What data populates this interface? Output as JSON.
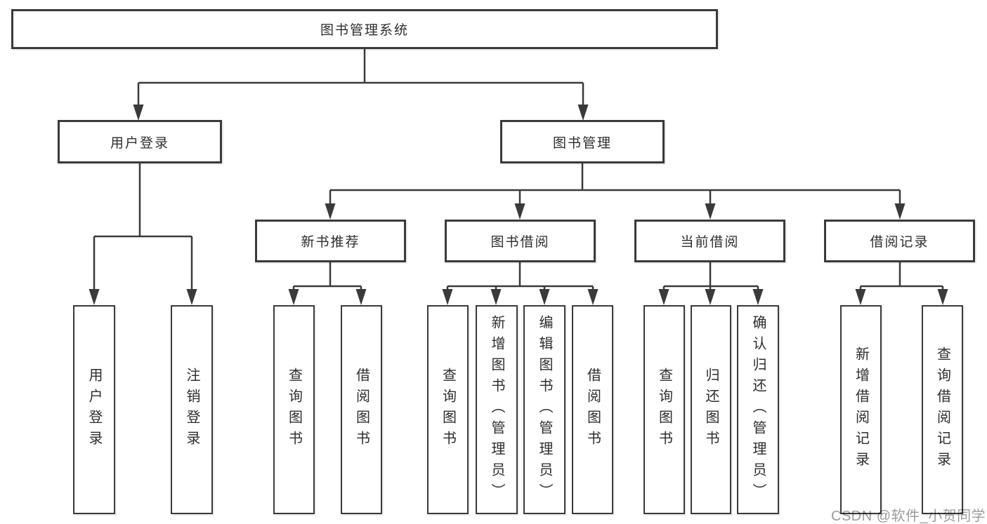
{
  "tree": {
    "root": "图书管理系统",
    "branches": [
      {
        "label": "用户登录",
        "leaves": [
          "用户登录",
          "注销登录"
        ]
      },
      {
        "label": "图书管理",
        "sections": [
          {
            "label": "新书推荐",
            "leaves": [
              "查询图书",
              "借阅图书"
            ]
          },
          {
            "label": "图书借阅",
            "leaves": [
              "查询图书",
              "新增图书（管理员）",
              "编辑图书（管理员）",
              "借阅图书"
            ]
          },
          {
            "label": "当前借阅",
            "leaves": [
              "查询图书",
              "归还图书",
              "确认归还（管理员）"
            ]
          },
          {
            "label": "借阅记录",
            "leaves": [
              "新增借阅记录",
              "查询借阅记录"
            ]
          }
        ]
      }
    ]
  },
  "watermark": {
    "text": "CSDN @软件_小贺同学"
  },
  "colors": {
    "background": "#ffffff",
    "box_fill": "#ffffff",
    "box_border": "#3a3a3a",
    "line": "#3a3a3a",
    "text": "#2d2d2d",
    "watermark": "#9c9c9c"
  }
}
